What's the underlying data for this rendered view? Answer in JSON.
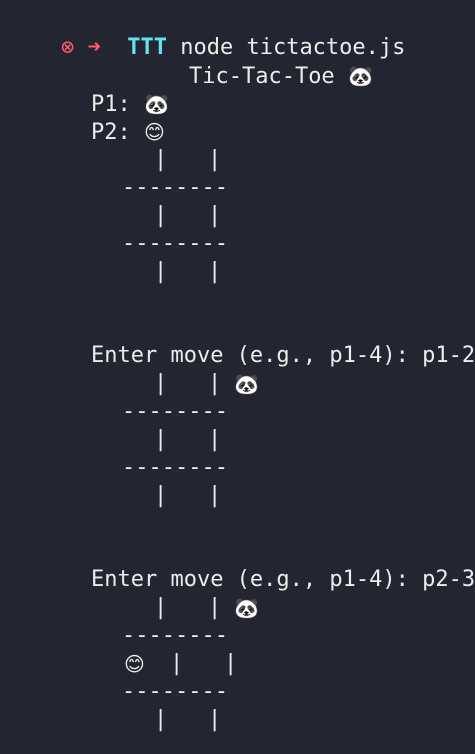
{
  "prompt": {
    "error_icon": "⊗",
    "arrow_icon": "➜",
    "directory": "TTT",
    "command": "node tictactoe.js"
  },
  "game": {
    "title": "Tic-Tac-Toe",
    "title_emoji": "🐼",
    "players": [
      {
        "label": "P1:",
        "emoji": "🐼"
      },
      {
        "label": "P2:",
        "emoji": "😊"
      }
    ],
    "separator": "--------",
    "bar": "|"
  },
  "moves": [
    {
      "prompt": "Enter move (e.g., p1-4): ",
      "input": "p1-2"
    },
    {
      "prompt": "Enter move (e.g., p1-4): ",
      "input": "p2-3"
    }
  ],
  "boards": [
    [
      [
        "",
        "",
        ""
      ],
      [
        "",
        "",
        ""
      ],
      [
        "",
        "",
        ""
      ]
    ],
    [
      [
        "",
        "",
        "🐼"
      ],
      [
        "",
        "",
        ""
      ],
      [
        "",
        "",
        ""
      ]
    ],
    [
      [
        "",
        "",
        "🐼"
      ],
      [
        "😊",
        "",
        ""
      ],
      [
        "",
        "",
        ""
      ]
    ]
  ]
}
